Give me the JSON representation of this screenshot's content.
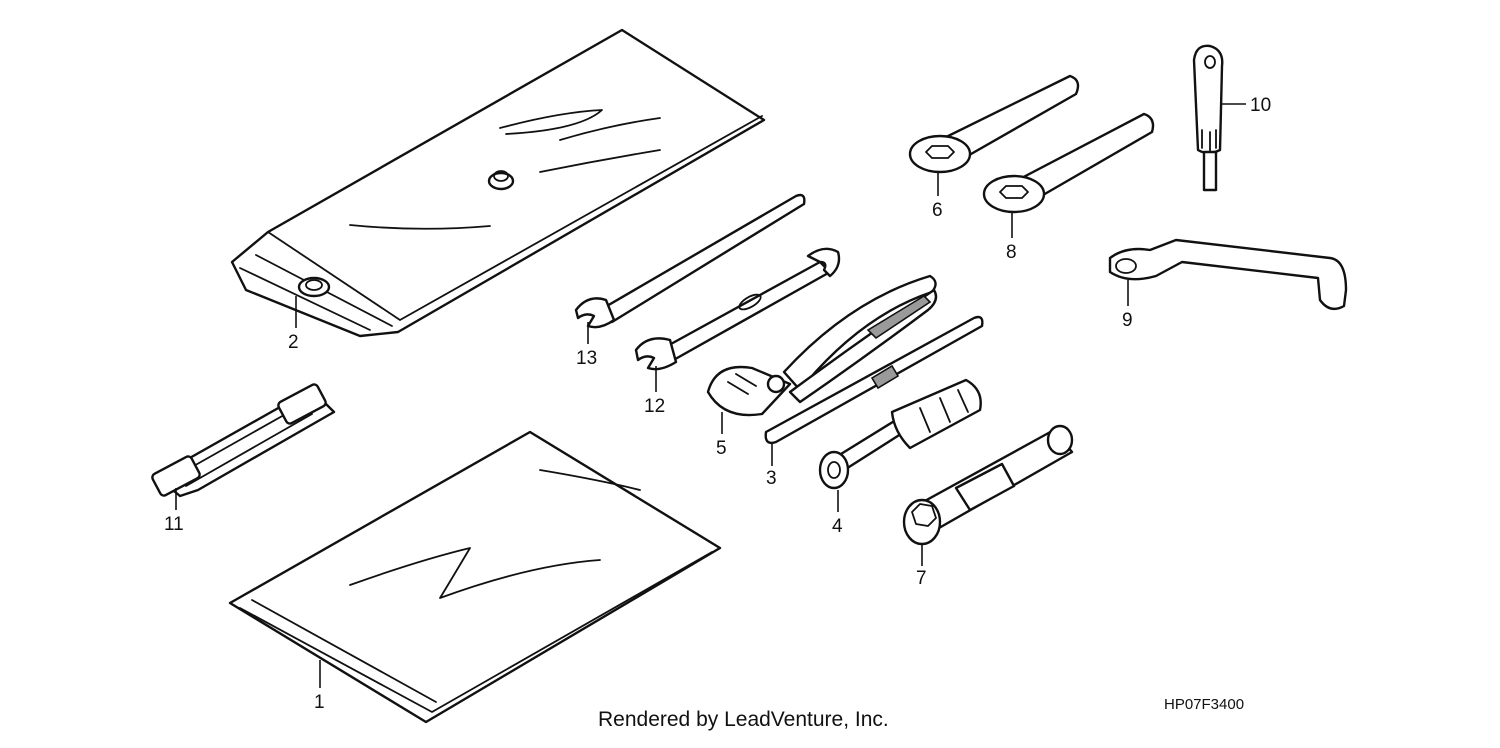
{
  "diagram": {
    "callouts": {
      "c1": "1",
      "c2": "2",
      "c3": "3",
      "c4": "4",
      "c5": "5",
      "c6": "6",
      "c7": "7",
      "c8": "8",
      "c9": "9",
      "c10": "10",
      "c11": "11",
      "c12": "12",
      "c13": "13"
    },
    "credit": "Rendered by LeadVenture, Inc.",
    "drawing_code": "HP07F3400"
  }
}
